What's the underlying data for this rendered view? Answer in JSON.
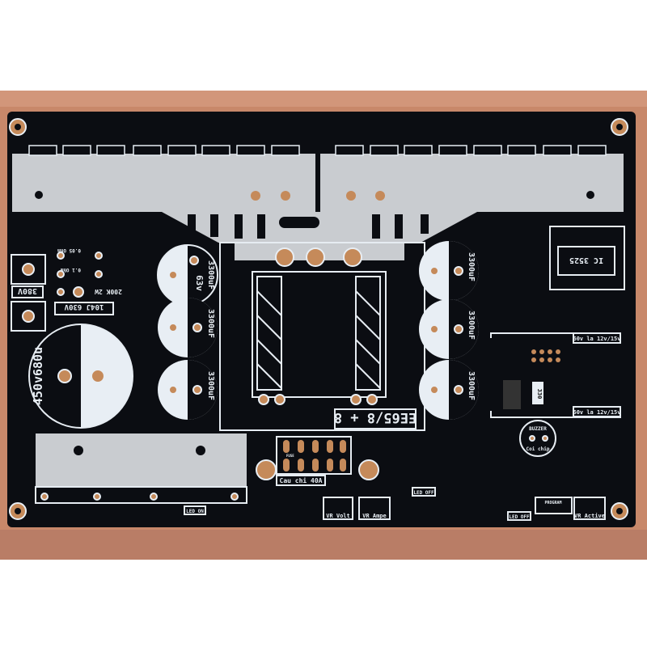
{
  "colors": {
    "board": "#0b0d12",
    "silkscreen": "#e8eef4",
    "copper": "#c58a5a",
    "wood": "#c8886a",
    "heatsink": "#c9ccd0"
  },
  "labels": {
    "transformer": "EE65/8 + 8",
    "fuse": "Cau chi 40A",
    "fuse_item": "FUSE",
    "main_cap": "450v680u",
    "cap_value": "3300uF",
    "cap_voltage": "63v",
    "voltage_in": "380V",
    "film_cap": "104J 630V",
    "resistor": "200K 2W",
    "shunt1": "0.05 Ohm",
    "shunt2": "0.1 Ohm",
    "ic": "IC 3525",
    "reg_top": "60v la 12v/15v",
    "reg_bottom": "60v la 12v/15v",
    "buzzer": "BUZZER",
    "buzzer_sub": "Coi chip",
    "led_on": "LED ON",
    "led_off_1": "LED OFF",
    "led_off_2": "LED OFF",
    "vr_volt": "VR Volt",
    "vr_ampe": "VR Ampe",
    "vr_active": "VR Active",
    "program": "PROGRAM",
    "smd_resistor": "330"
  }
}
